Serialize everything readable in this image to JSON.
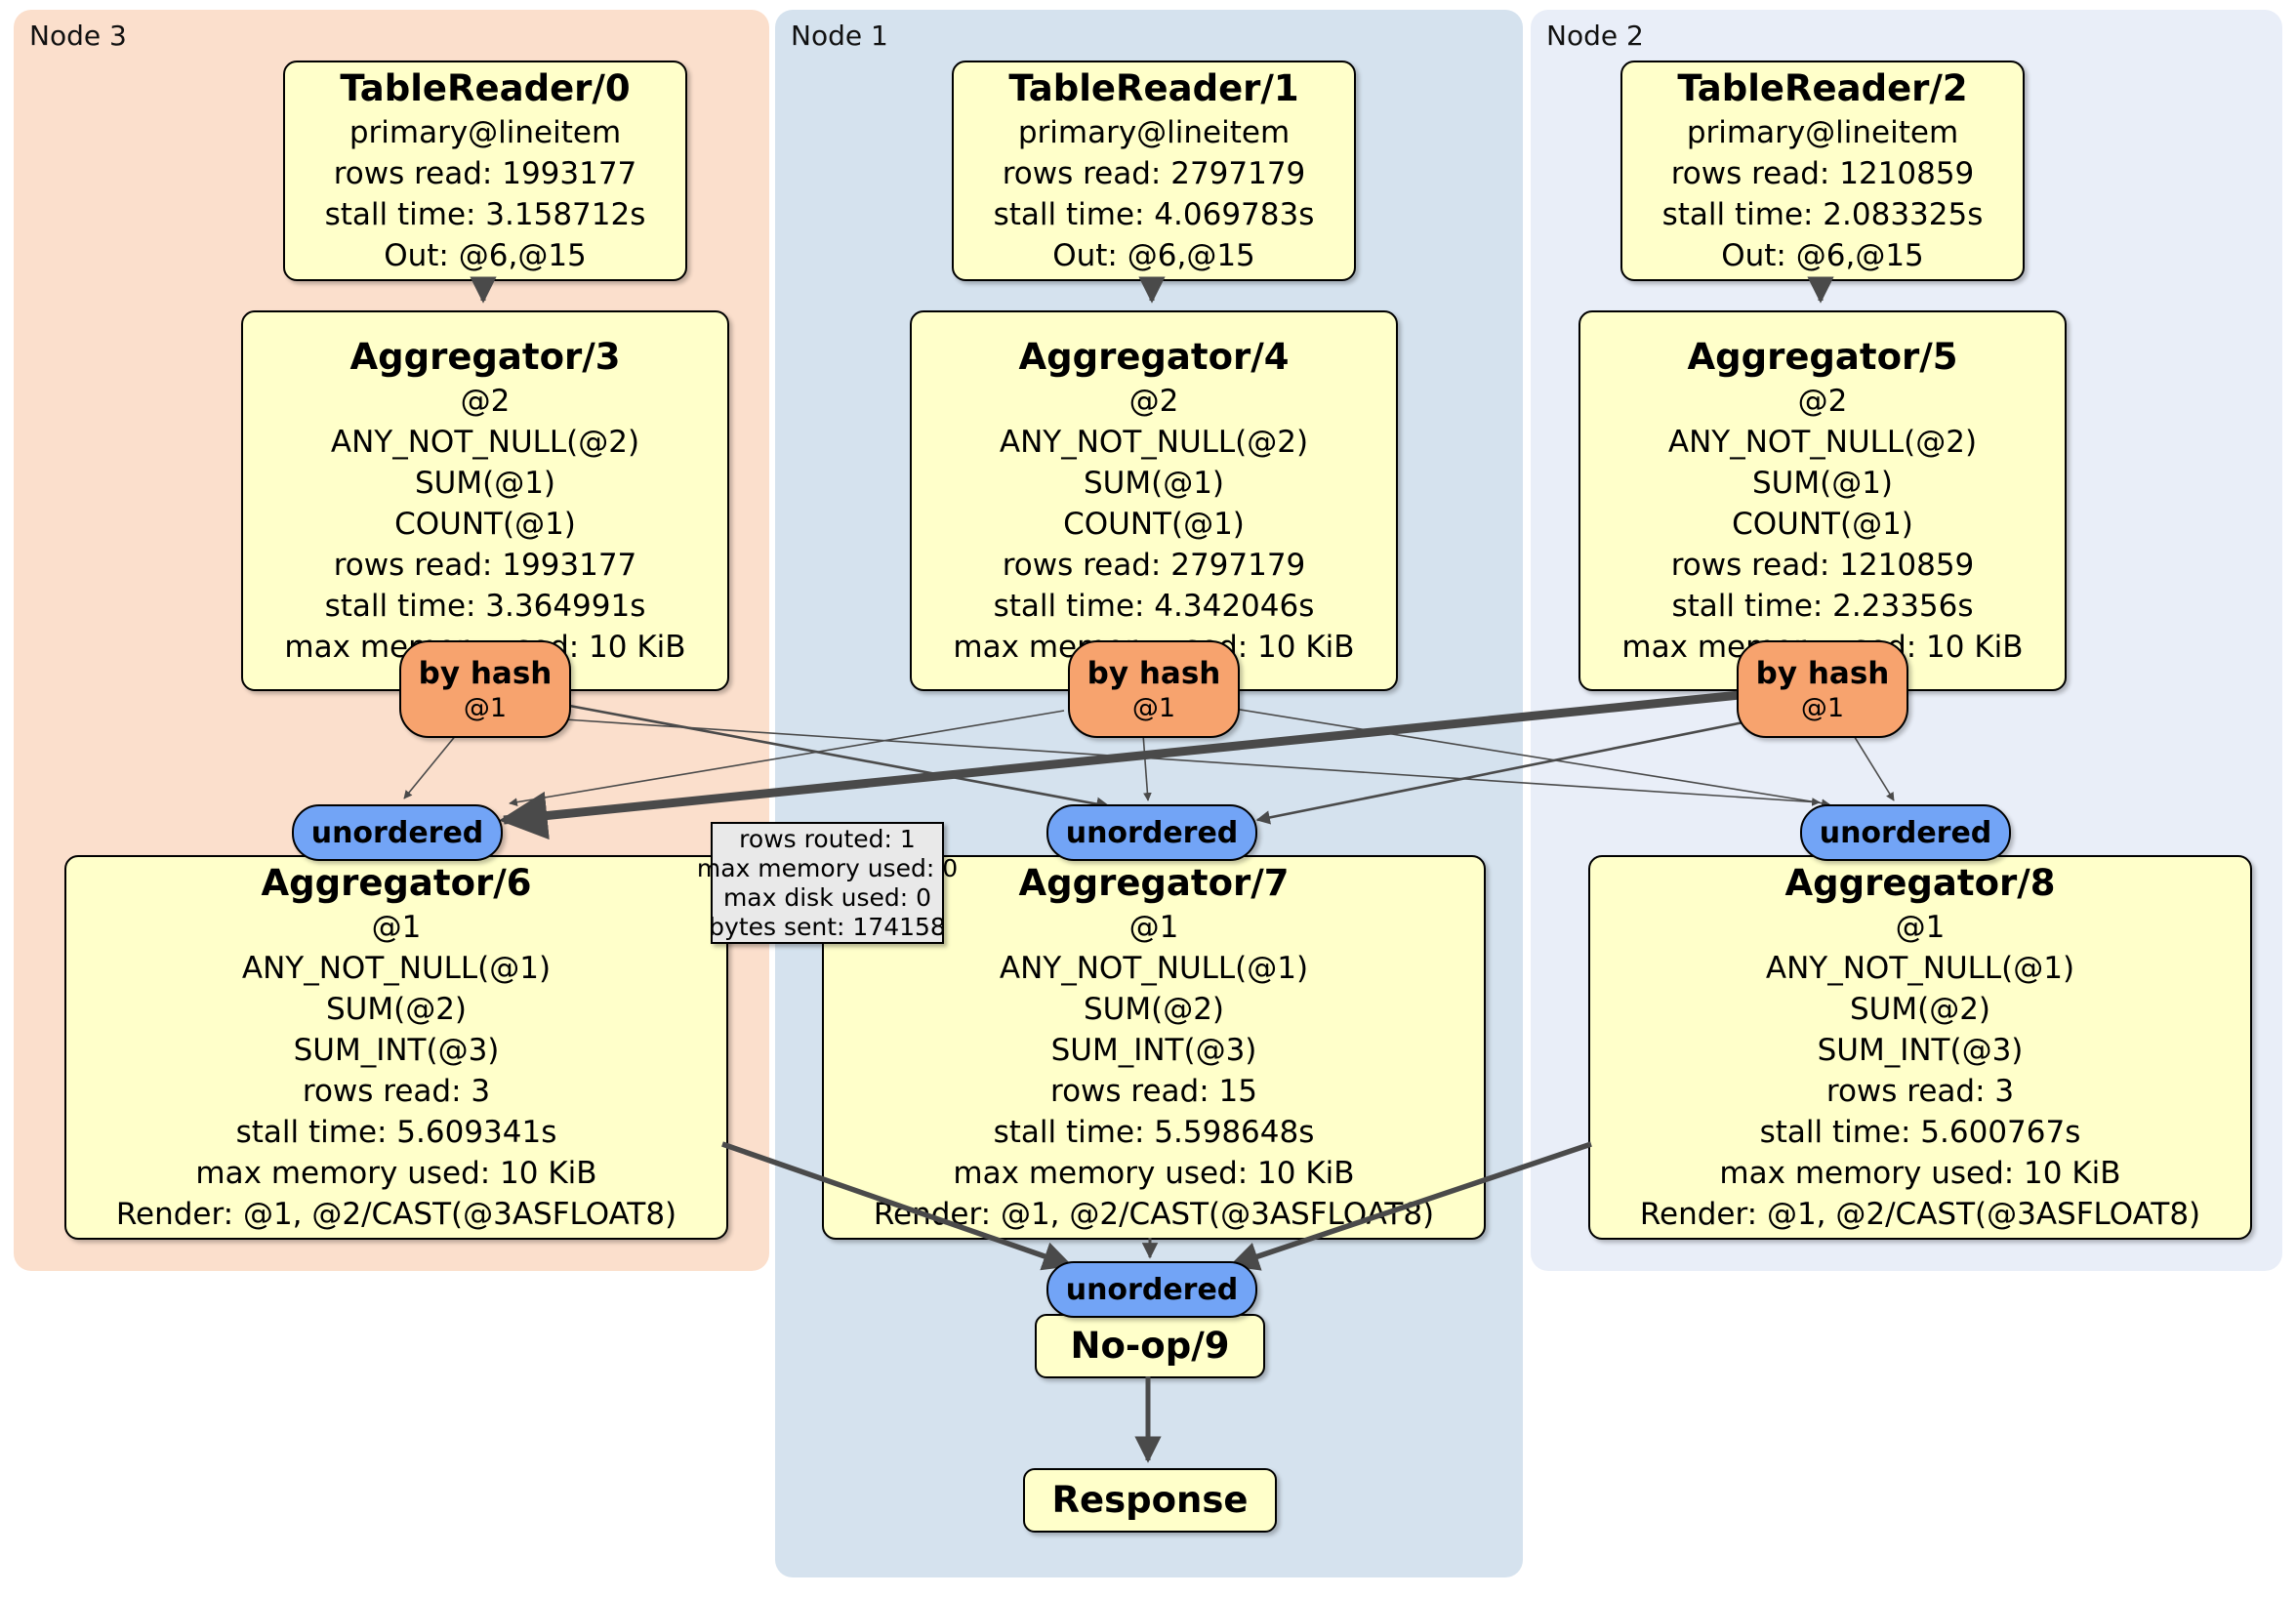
{
  "regions": [
    {
      "label": "Node 3"
    },
    {
      "label": "Node 1"
    },
    {
      "label": "Node 2"
    }
  ],
  "operators": {
    "tr0": {
      "title": "TableReader/0",
      "lines": [
        "primary@lineitem",
        "rows read: 1993177",
        "stall time: 3.158712s",
        "Out: @6,@15"
      ]
    },
    "tr1": {
      "title": "TableReader/1",
      "lines": [
        "primary@lineitem",
        "rows read: 2797179",
        "stall time: 4.069783s",
        "Out: @6,@15"
      ]
    },
    "tr2": {
      "title": "TableReader/2",
      "lines": [
        "primary@lineitem",
        "rows read: 1210859",
        "stall time: 2.083325s",
        "Out: @6,@15"
      ]
    },
    "agg3": {
      "title": "Aggregator/3",
      "lines": [
        "@2",
        "ANY_NOT_NULL(@2)",
        "SUM(@1)",
        "COUNT(@1)",
        "rows read: 1993177",
        "stall time: 3.364991s",
        "max memory used: 10 KiB"
      ]
    },
    "agg4": {
      "title": "Aggregator/4",
      "lines": [
        "@2",
        "ANY_NOT_NULL(@2)",
        "SUM(@1)",
        "COUNT(@1)",
        "rows read: 2797179",
        "stall time: 4.342046s",
        "max memory used: 10 KiB"
      ]
    },
    "agg5": {
      "title": "Aggregator/5",
      "lines": [
        "@2",
        "ANY_NOT_NULL(@2)",
        "SUM(@1)",
        "COUNT(@1)",
        "rows read: 1210859",
        "stall time: 2.23356s",
        "max memory used: 10 KiB"
      ]
    },
    "agg6": {
      "title": "Aggregator/6",
      "lines": [
        "@1",
        "ANY_NOT_NULL(@1)",
        "SUM(@2)",
        "SUM_INT(@3)",
        "rows read: 3",
        "stall time: 5.609341s",
        "max memory used: 10 KiB",
        "Render: @1, @2/CAST(@3ASFLOAT8)"
      ]
    },
    "agg7": {
      "title": "Aggregator/7",
      "lines": [
        "@1",
        "ANY_NOT_NULL(@1)",
        "SUM(@2)",
        "SUM_INT(@3)",
        "rows read: 15",
        "stall time: 5.598648s",
        "max memory used: 10 KiB",
        "Render: @1, @2/CAST(@3ASFLOAT8)"
      ]
    },
    "agg8": {
      "title": "Aggregator/8",
      "lines": [
        "@1",
        "ANY_NOT_NULL(@1)",
        "SUM(@2)",
        "SUM_INT(@3)",
        "rows read: 3",
        "stall time: 5.600767s",
        "max memory used: 10 KiB",
        "Render: @1, @2/CAST(@3ASFLOAT8)"
      ]
    },
    "noop": {
      "title": "No-op/9"
    },
    "response": {
      "title": "Response"
    }
  },
  "routers": {
    "by_hash": {
      "label": "by hash",
      "detail": "@1"
    },
    "unordered": {
      "label": "unordered"
    }
  },
  "tooltip": {
    "lines": [
      "rows routed: 1",
      "max memory used: 0",
      "max disk used: 0",
      "bytes sent: 174158"
    ]
  },
  "colors": {
    "node3_bg": "#fbdfcc",
    "node1_bg": "#d5e2ee",
    "node2_bg": "#e9eef8",
    "operator_bg": "#ffffca",
    "hash_router_bg": "#f7a36e",
    "unordered_bg": "#72a4f6",
    "tooltip_bg": "#e9e9e9",
    "edge": "#4a4a4a"
  }
}
